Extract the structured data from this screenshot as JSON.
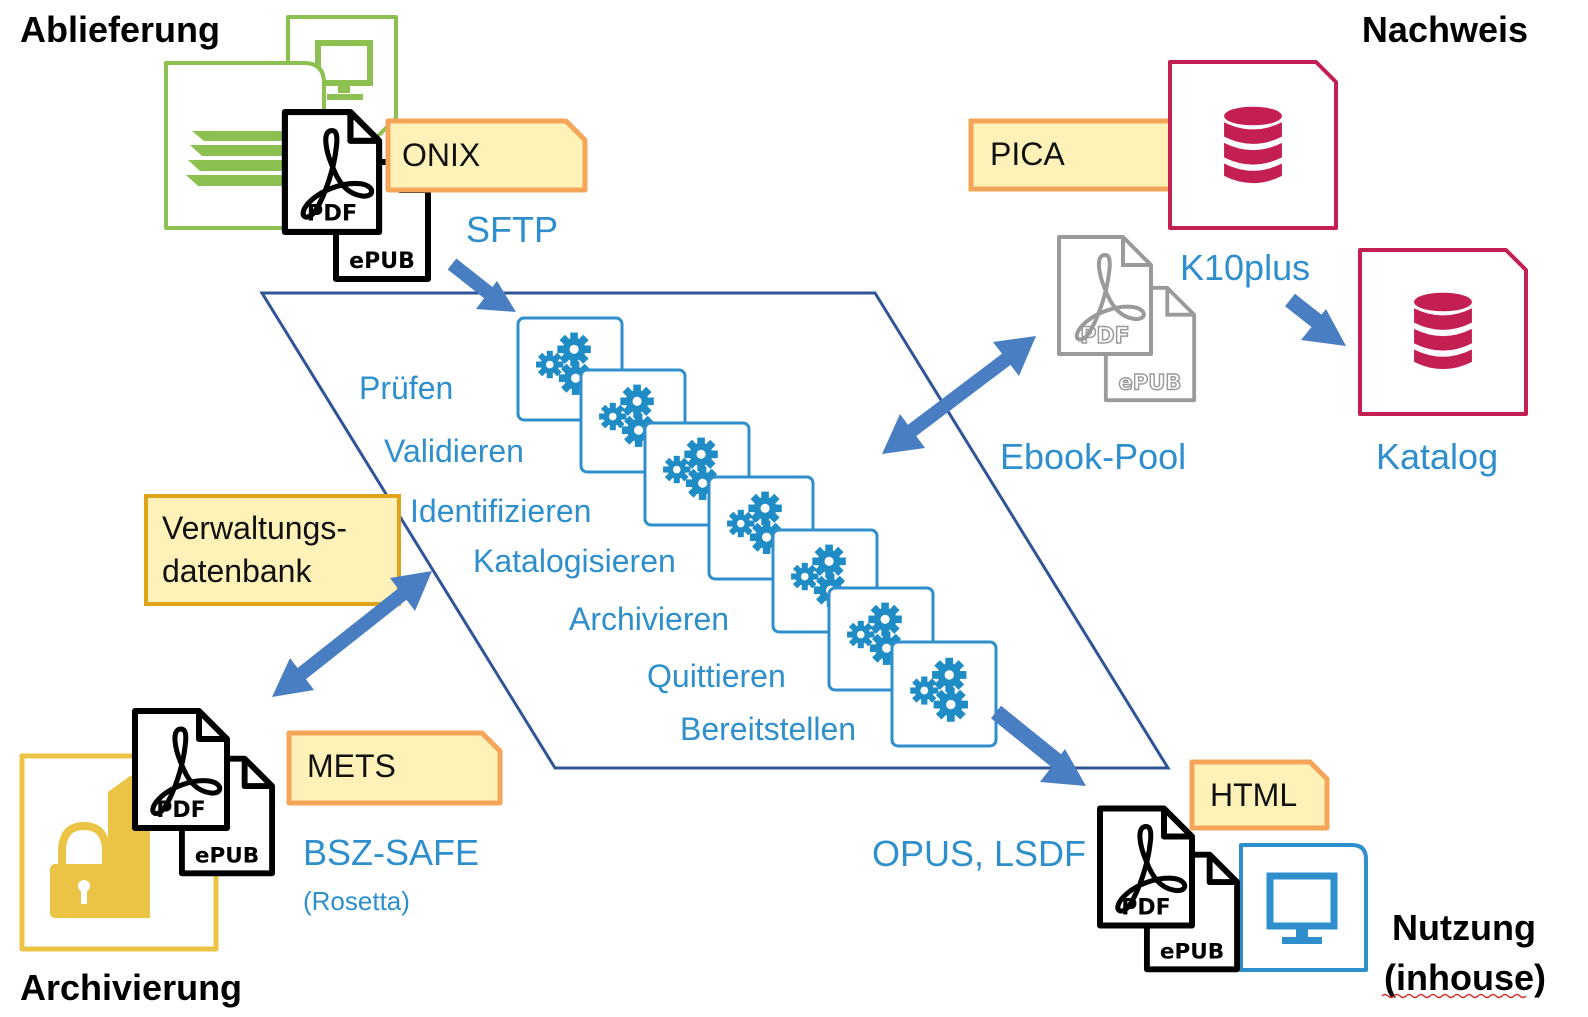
{
  "headings": {
    "delivery": "Ablieferung",
    "proof": "Nachweis",
    "archiving": "Archivierung",
    "usage_line1": "Nutzung",
    "usage_line2": "(inhouse)"
  },
  "notes": {
    "onix": "ONIX",
    "pica": "PICA",
    "mets": "METS",
    "html": "HTML",
    "admin_db_line1": "Verwaltungs-",
    "admin_db_line2": "datenbank"
  },
  "systems": {
    "sftp": "SFTP",
    "k10plus": "K10plus",
    "catalog": "Katalog",
    "ebook_pool": "Ebook-Pool",
    "bsz_safe": "BSZ-SAFE",
    "rosetta": "(Rosetta)",
    "opus_lsdf": "OPUS, LSDF"
  },
  "steps": [
    "Prüfen",
    "Validieren",
    "Identifizieren",
    "Katalogisieren",
    "Archivieren",
    "Quittieren",
    "Bereitstellen"
  ],
  "doc_labels": {
    "pdf": "PDF",
    "epub": "ePUB"
  },
  "colors": {
    "blue_text": "#2e8fcc",
    "arrow": "#4a7ec2",
    "parallelogram": "#2f5597",
    "green": "#8cc152",
    "crimson": "#c41f52",
    "gold": "#ecc445",
    "note_fill": "#fff2b8",
    "note_border": "#f4a55a",
    "gear": "#1f8cc6"
  },
  "icons": [
    "gear-icon",
    "database-icon",
    "monitor-icon",
    "padlock-icon",
    "pdf-icon",
    "stack-icon"
  ]
}
